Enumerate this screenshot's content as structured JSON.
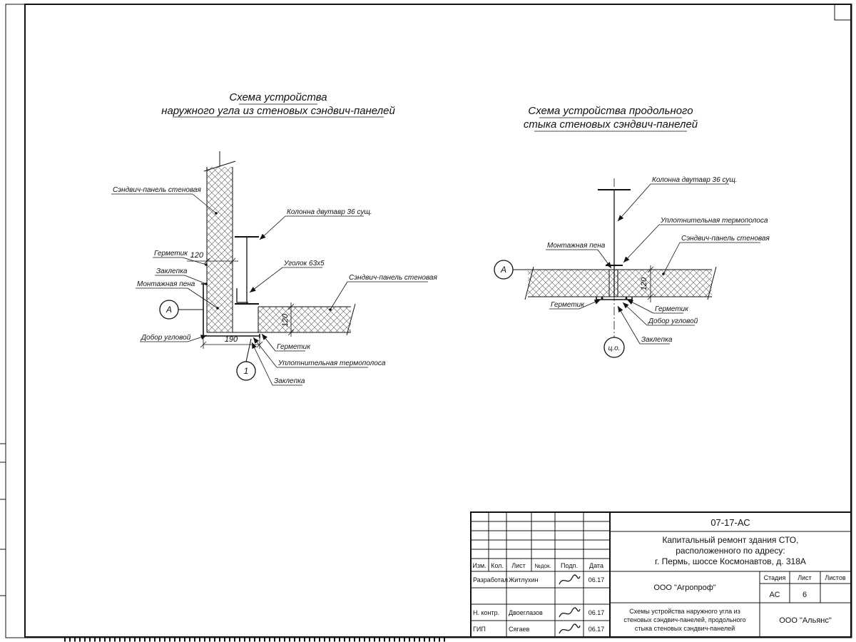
{
  "page": {
    "left_diagram": {
      "title1": "Схема устройства",
      "title2": "наружного угла из стеновых сэндвич-панелей",
      "label_panel_left": "Сэндвич-панель стеновая",
      "label_column": "Колонна двутавр 36 сущ.",
      "label_sealant_left": "Герметик",
      "label_rivet_left": "Заклепка",
      "label_foam": "Монтажная пена",
      "label_corner_trim": "Добор угловой",
      "label_angle": "Уголок 63х5",
      "label_panel_right": "Сэндвич-панель стеновая",
      "label_sealant_bottom": "Герметик",
      "label_thermal": "Уплотнительная термополоса",
      "label_rivet_bottom": "Заклепка",
      "dim_panel": "120",
      "dim_panel2": "120",
      "dim_trim": "190",
      "marker_node": "А",
      "marker_detail": "1"
    },
    "right_diagram": {
      "title1": "Схема устройства продольного",
      "title2": "стыка стеновых сэндвич-панелей",
      "label_column": "Колонна двутавр 36 сущ.",
      "label_thermal": "Уплотнительная термополоса",
      "label_panel": "Сэндвич-панель стеновая",
      "label_foam": "Монтажная пена",
      "label_sealant_left": "Герметик",
      "label_sealant_right": "Герметик",
      "label_trim": "Добор угловой",
      "label_rivet": "Заклепка",
      "dim_panel": "120",
      "marker_node": "А",
      "marker_axis": "ц.о."
    },
    "title_block": {
      "doc_number": "07-17-АС",
      "project_line1": "Капитальный ремонт здания СТО,",
      "project_line2": "расположенного по адресу:",
      "project_line3": "г. Пермь, шоссе Космонавтов, д. 318А",
      "org_top": "ООО \"Агропроф\"",
      "org_bottom": "ООО \"Альянс\"",
      "stage_label": "Стадия",
      "sheet_label": "Лист",
      "sheets_label": "Листов",
      "stage": "АС",
      "sheet_number": "6",
      "title_line1": "Схемы устройства наружного угла из",
      "title_line2": "стеновых сэндвич-панелей, продольного",
      "title_line3": "стыка стеновых сэндвич-панелей",
      "col_izm": "Изм.",
      "col_kol": "Кол.",
      "col_list": "Лист",
      "col_doc": "№док.",
      "col_podp": "Подп.",
      "col_data": "Дата",
      "row1_role": "Разработал",
      "row1_name": "Житлухин",
      "row1_date": "06.17",
      "row2_role": "Н. контр.",
      "row2_name": "Двоеглазов",
      "row2_date": "06.17",
      "row3_role": "ГИП",
      "row3_name": "Сягаев",
      "row3_date": "06.17"
    }
  }
}
